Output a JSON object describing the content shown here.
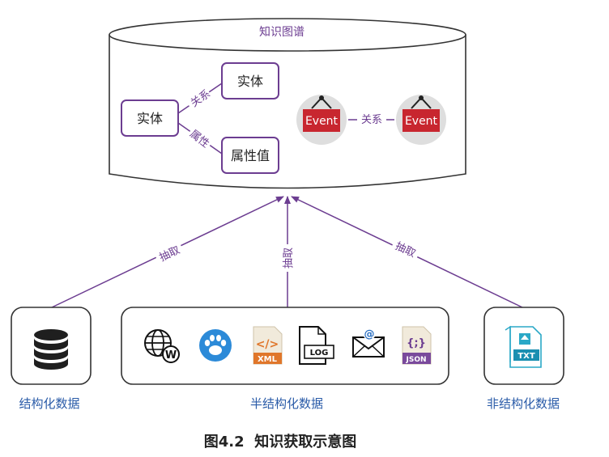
{
  "kg": {
    "title": "知识图谱",
    "entity_main": "实体",
    "entity_related": "实体",
    "attribute_value": "属性值",
    "relation_label": "关系",
    "attribute_label": "属性",
    "event_left": "Event",
    "event_right": "Event",
    "event_relation_label": "关系"
  },
  "extraction": {
    "left_label": "抽取",
    "middle_label": "抽取",
    "right_label": "抽取"
  },
  "sources": {
    "structured_label": "结构化数据",
    "semi_structured_label": "半结构化数据",
    "unstructured_label": "非结构化数据",
    "semi_icons": [
      {
        "icon": "wordpress-web-icon",
        "text": "W"
      },
      {
        "icon": "baidu-paw-icon",
        "text": ""
      },
      {
        "icon": "xml-file-icon",
        "text": "XML"
      },
      {
        "icon": "log-file-icon",
        "text": "LOG"
      },
      {
        "icon": "email-icon",
        "text": "@"
      },
      {
        "icon": "json-file-icon",
        "text": "JSON"
      }
    ],
    "txt_icon_text": "TXT"
  },
  "caption": "图4.2  知识获取示意图",
  "colors": {
    "purple": "#6c3d91",
    "event_red": "#c8262f",
    "icon_gray": "#d9d9d9",
    "dark": "#333333",
    "source_blue": "#2a5ba8"
  }
}
